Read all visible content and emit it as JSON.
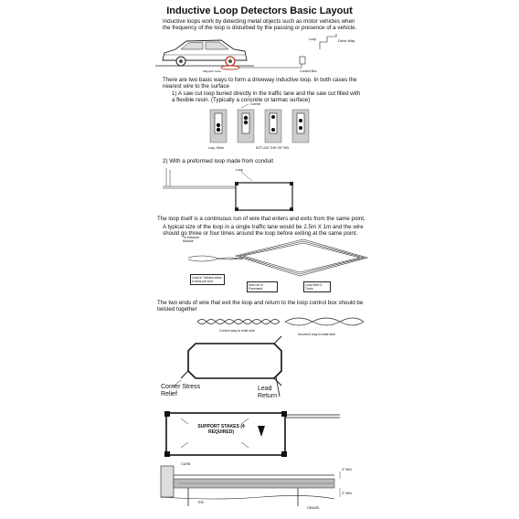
{
  "title": "Inductive Loop Detectors Basic Layout",
  "intro": "Inductive loops work by detecting metal objects such as motor vehicles when the frequency of the loop is disturbed by the passing or presence of a vehicle.",
  "figure1": {
    "loop_label": "Loop",
    "drive_way_label": "Drive Way",
    "control_box_label": "Control Box",
    "magnetic_field_label": "Magnetic Field"
  },
  "two_ways": "There are two basic ways to form a driveway inductive loop. In both cases the nearest wire to the surface",
  "method1": "1)  A saw cut loop buried directly in the traffic lane and the saw cut filled with a flexible resin. (Typically a concrete or tarmac surface)",
  "figure2": {
    "top_label": "Correct",
    "left_caption": "Loop, Wires",
    "right_caption": "NOT LIKE THIS OR THIS"
  },
  "method2": "2)  With a preformed loop made from conduit",
  "figure3": {
    "loop_label": "Loop"
  },
  "continuous": "The loop itself is a continuous run of wire that enters and exits from the same point.",
  "typical_size": "A typical size of the loop in a single traffic lane would be 2.5m X 1m and the wire should go three or four times around the loop before exiting at the same point.",
  "figure4": {
    "detector": "To Detector Module",
    "lead_in": "Lead-in Twisted wires 6 turns per foot",
    "saw_cut": "Saw cut in Pavement",
    "loop_wire": "Loop Wire 3 Turns"
  },
  "twisted": "The two ends of wire that exit the loop and return to the loop control box should be twisted together",
  "figure5": {
    "correct": "Correct way to twist wire",
    "incorrect": "Incorrect way to twist wire"
  },
  "figure6": {
    "corner_stress": "Corner Stress Relief",
    "lead_return": "Lead Return"
  },
  "figure7": {
    "support_stakes": "SUPPORT STAKES (4 REQUIRED)"
  },
  "figure8": {
    "curb": "CURB",
    "gravel": "GRAVEL",
    "min_top": "3\" MIN.",
    "min_bottom": "3\" MIN.",
    "tee": "TEE"
  }
}
